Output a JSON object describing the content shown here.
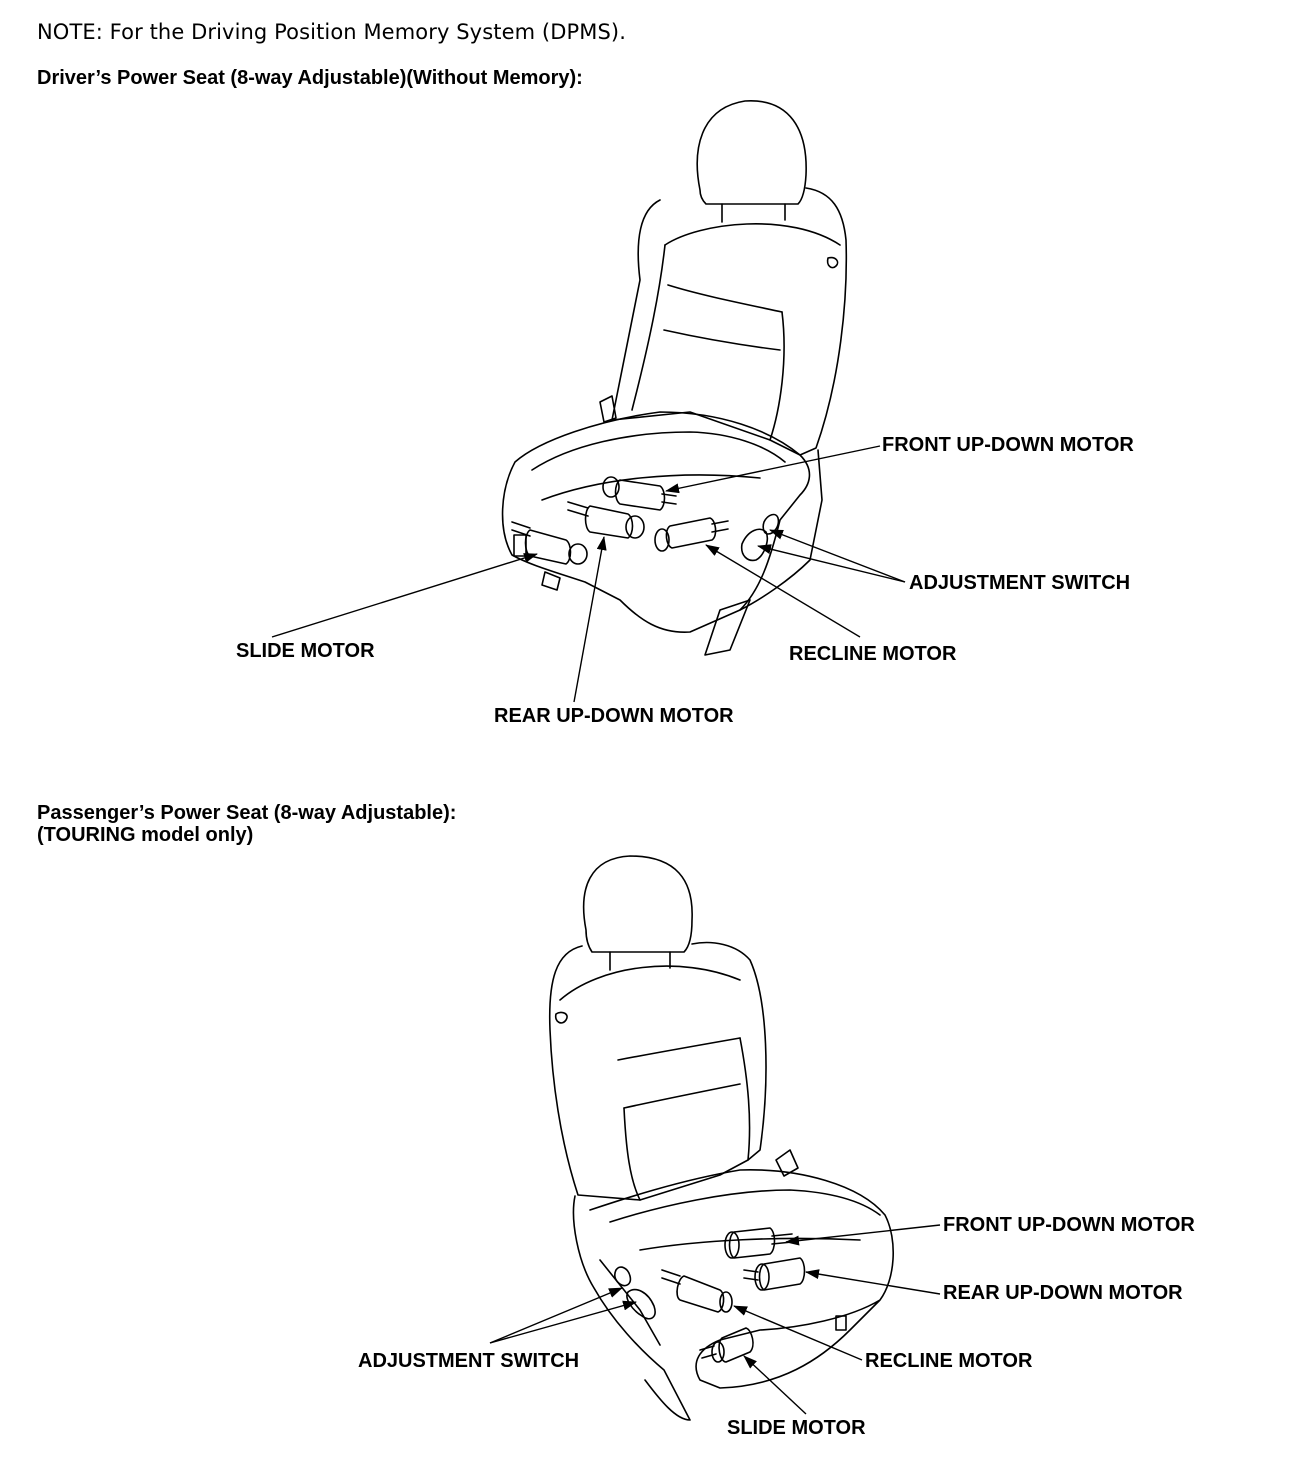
{
  "note": "NOTE: For the Driving Position Memory System (DPMS).",
  "driver_section": {
    "heading": "Driver’s Power Seat (8-way Adjustable)(Without Memory):",
    "labels": {
      "front_up_down_motor": "FRONT UP-DOWN MOTOR",
      "adjustment_switch": "ADJUSTMENT SWITCH",
      "slide_motor": "SLIDE MOTOR",
      "recline_motor": "RECLINE MOTOR",
      "rear_up_down_motor": "REAR UP-DOWN MOTOR"
    }
  },
  "passenger_section": {
    "heading_line1": "Passenger’s Power Seat (8-way Adjustable):",
    "heading_line2": "(TOURING model only)",
    "labels": {
      "front_up_down_motor": "FRONT UP-DOWN MOTOR",
      "rear_up_down_motor": "REAR UP-DOWN MOTOR",
      "adjustment_switch": "ADJUSTMENT SWITCH",
      "recline_motor": "RECLINE MOTOR",
      "slide_motor": "SLIDE MOTOR"
    }
  }
}
